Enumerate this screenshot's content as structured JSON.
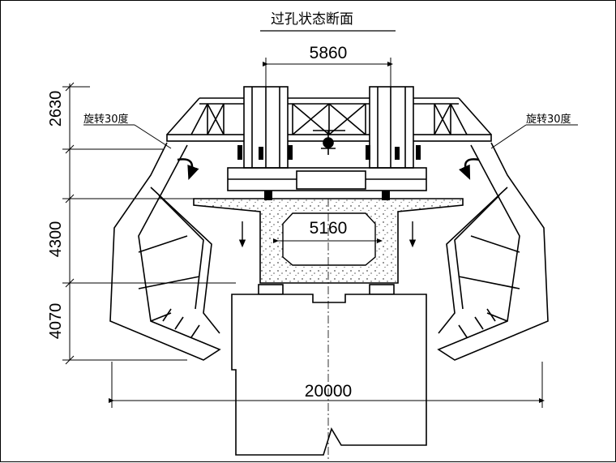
{
  "drawing": {
    "title": "过孔状态断面",
    "dim_top_width": "5860",
    "dim_box_width": "5160",
    "dim_total_width": "20000",
    "dim_left_upper": "2630",
    "dim_left_middle": "4300",
    "dim_left_lower": "4070",
    "note_left": "旋转30度",
    "note_right": "旋转30度"
  }
}
